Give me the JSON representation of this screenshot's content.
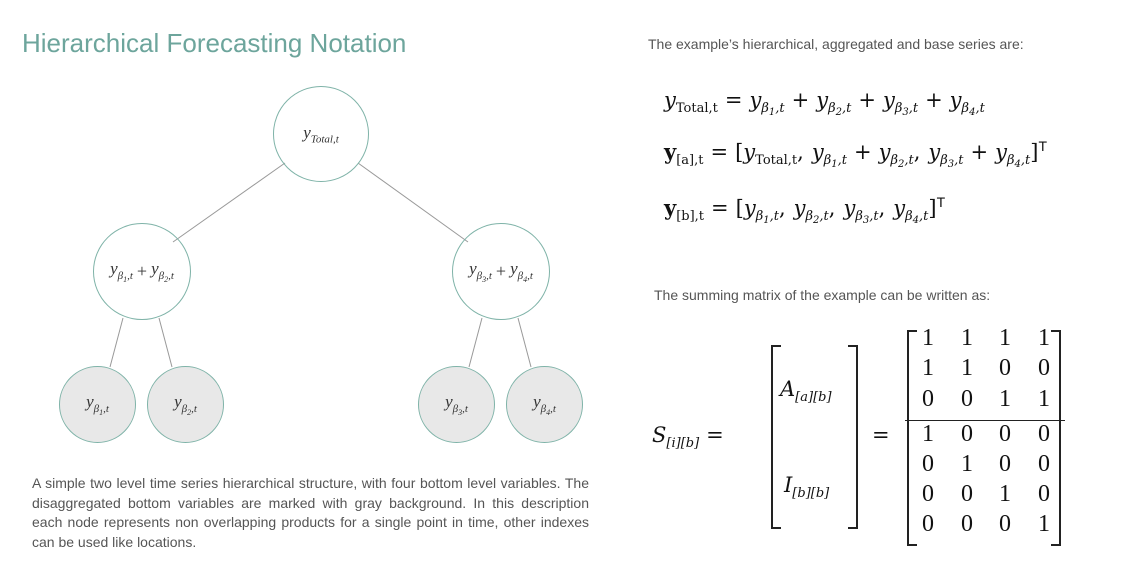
{
  "title": "Hierarchical Forecasting Notation",
  "tree": {
    "root": [
      {
        "b": "y",
        "sub": "Total,t"
      }
    ],
    "mid_left": [
      {
        "b": "y",
        "g": "β",
        "n": "1",
        "s": ",t"
      },
      "+",
      {
        "b": "y",
        "g": "β",
        "n": "2",
        "s": ",t"
      }
    ],
    "mid_right": [
      {
        "b": "y",
        "g": "β",
        "n": "3",
        "s": ",t"
      },
      "+",
      {
        "b": "y",
        "g": "β",
        "n": "4",
        "s": ",t"
      }
    ],
    "leaves": [
      [
        {
          "b": "y",
          "g": "β",
          "n": "1",
          "s": ",t"
        }
      ],
      [
        {
          "b": "y",
          "g": "β",
          "n": "2",
          "s": ",t"
        }
      ],
      [
        {
          "b": "y",
          "g": "β",
          "n": "3",
          "s": ",t"
        }
      ],
      [
        {
          "b": "y",
          "g": "β",
          "n": "4",
          "s": ",t"
        }
      ]
    ],
    "colors": {
      "stroke": "#7fb3a8",
      "leaf_fill": "#e8e8e8"
    }
  },
  "caption": "A simple two level time series hierarchical structure, with four bottom level variables. The disaggregated bottom variables are marked with gray background. In this description each node represents non overlapping products for a single point in time, other indexes can be used like locations.",
  "series_intro": "The example’s hierarchical, aggregated and base series are:",
  "equations": [
    [
      {
        "b": "y",
        "rsub": "Total,t"
      },
      "=",
      {
        "b": "y",
        "g": "β",
        "n": "1",
        "s": ",t"
      },
      "+",
      {
        "b": "y",
        "g": "β",
        "n": "2",
        "s": ",t"
      },
      "+",
      {
        "b": "y",
        "g": "β",
        "n": "3",
        "s": ",t"
      },
      "+",
      {
        "b": "y",
        "g": "β",
        "n": "4",
        "s": ",t"
      }
    ],
    [
      {
        "b": "y",
        "bold": true,
        "sub": "[a],t"
      },
      "=",
      "[",
      {
        "b": "y",
        "rsub": "Total,t"
      },
      ",",
      {
        "b": "y",
        "g": "β",
        "n": "1",
        "s": ",t"
      },
      "+",
      {
        "b": "y",
        "g": "β",
        "n": "2",
        "s": ",t"
      },
      ",",
      {
        "b": "y",
        "g": "β",
        "n": "3",
        "s": ",t"
      },
      "+",
      {
        "b": "y",
        "g": "β",
        "n": "4",
        "s": ",t"
      },
      "]",
      "T"
    ],
    [
      {
        "b": "y",
        "bold": true,
        "sub": "[b],t"
      },
      "=",
      "[",
      {
        "b": "y",
        "g": "β",
        "n": "1",
        "s": ",t"
      },
      ",",
      {
        "b": "y",
        "g": "β",
        "n": "2",
        "s": ",t"
      },
      ",",
      {
        "b": "y",
        "g": "β",
        "n": "3",
        "s": ",t"
      },
      ",",
      {
        "b": "y",
        "g": "β",
        "n": "4",
        "s": ",t"
      },
      "]",
      "T"
    ]
  ],
  "matrix_intro": "The summing matrix of the example can be written as:",
  "summing_matrix": {
    "lhs": {
      "b": "S",
      "sub": "[i][b]"
    },
    "equals": "=",
    "block_top": {
      "b": "A",
      "sub": "[a][b]"
    },
    "block_bottom": {
      "b": "I",
      "sub": "[b][b]"
    },
    "rows": [
      [
        1,
        1,
        1,
        1
      ],
      [
        1,
        1,
        0,
        0
      ],
      [
        0,
        0,
        1,
        1
      ],
      [
        1,
        0,
        0,
        0
      ],
      [
        0,
        1,
        0,
        0
      ],
      [
        0,
        0,
        1,
        0
      ],
      [
        0,
        0,
        0,
        1
      ]
    ]
  }
}
